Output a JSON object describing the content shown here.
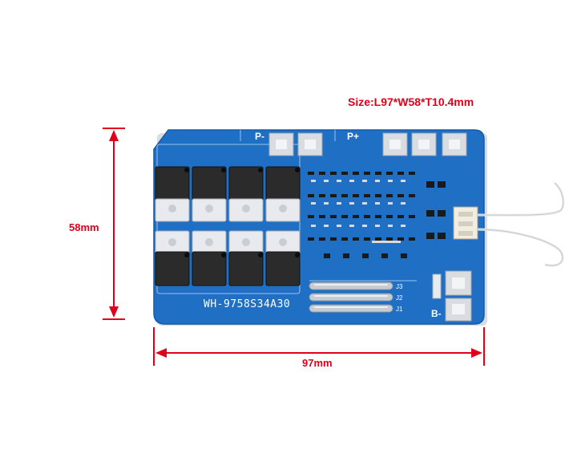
{
  "spec": {
    "size": "Size:L97*W58*T10.4mm"
  },
  "dimensions": {
    "height": "58mm",
    "width": "97mm"
  },
  "board": {
    "model": "WH-9758S34A30",
    "pads": {
      "p_minus": "P-",
      "p_plus": "P+",
      "b_minus": "B-"
    },
    "jumpers": [
      "J3",
      "J2",
      "J1"
    ]
  },
  "colors": {
    "annotation": "#e0001a",
    "pcb": "#1f6fc4",
    "pcb_dark": "#155aa8"
  }
}
